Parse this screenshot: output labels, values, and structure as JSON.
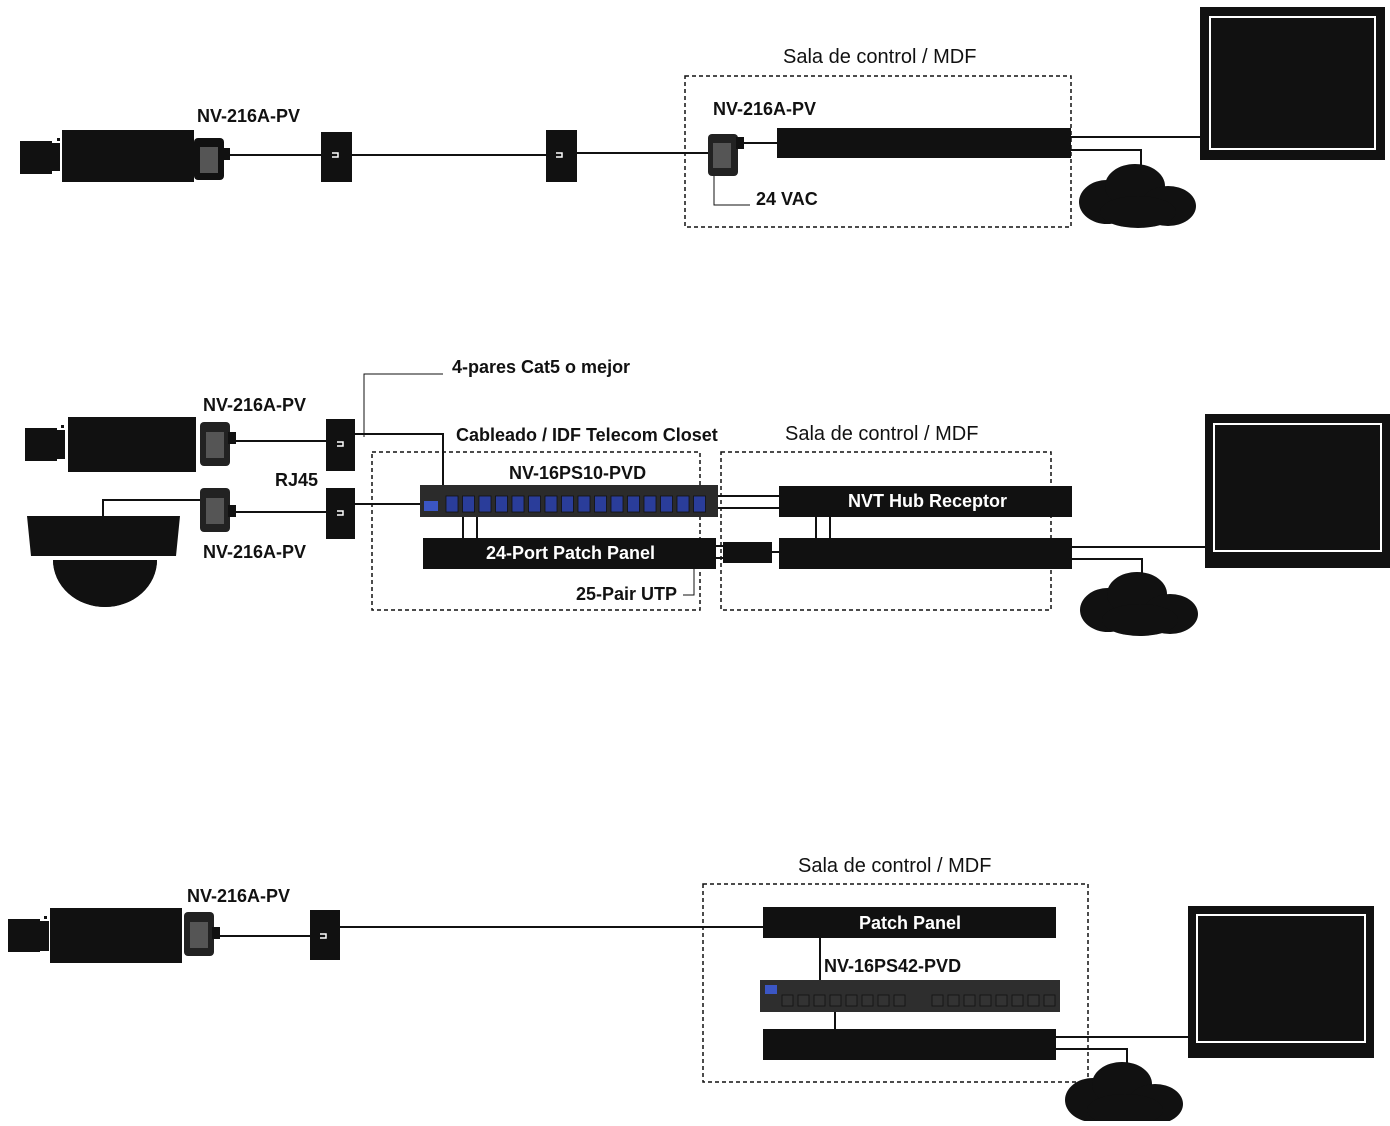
{
  "diagram1": {
    "camera_balun_label": "NV-216A-PV",
    "room_label": "Sala de control / MDF",
    "receiver_balun_label": "NV-216A-PV",
    "power_label": "24 VAC"
  },
  "diagram2": {
    "cable_label": "4-pares Cat5 o mejor",
    "camera1_balun_label": "NV-216A-PV",
    "idf_label": "Cableado / IDF Telecom Closet",
    "mdf_label": "Sala de control / MDF",
    "rj45_label": "RJ45",
    "switch_label": "NV-16PS10-PVD",
    "hub_label": "NVT Hub Receptor",
    "camera2_balun_label": "NV-216A-PV",
    "patch_panel_label": "24-Port Patch Panel",
    "utp_label": "25-Pair UTP"
  },
  "diagram3": {
    "room_label": "Sala de control / MDF",
    "camera_balun_label": "NV-216A-PV",
    "patch_panel_label": "Patch Panel",
    "switch_label": "NV-16PS42-PVD"
  },
  "colors": {
    "ink": "#111111",
    "switch_port": "#2a3d9a",
    "switch_port_dark": "#333333"
  },
  "icons": [
    "camera-icon",
    "dome-camera-icon",
    "balun-icon",
    "wall-jack-icon",
    "monitor-icon",
    "cloud-icon",
    "switch-icon"
  ]
}
